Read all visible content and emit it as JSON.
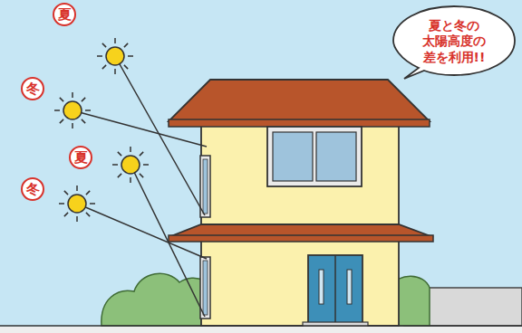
{
  "diagram": {
    "nodes": [
      {
        "text": [
          "夏"
        ]
      },
      {
        "text": [
          "冬"
        ]
      },
      {
        "text": [
          "夏"
        ]
      },
      {
        "text": [
          "冬"
        ]
      },
      {
        "text": [
          "夏と冬の 太陽高度の 差を利用!!"
        ]
      }
    ]
  }
}
